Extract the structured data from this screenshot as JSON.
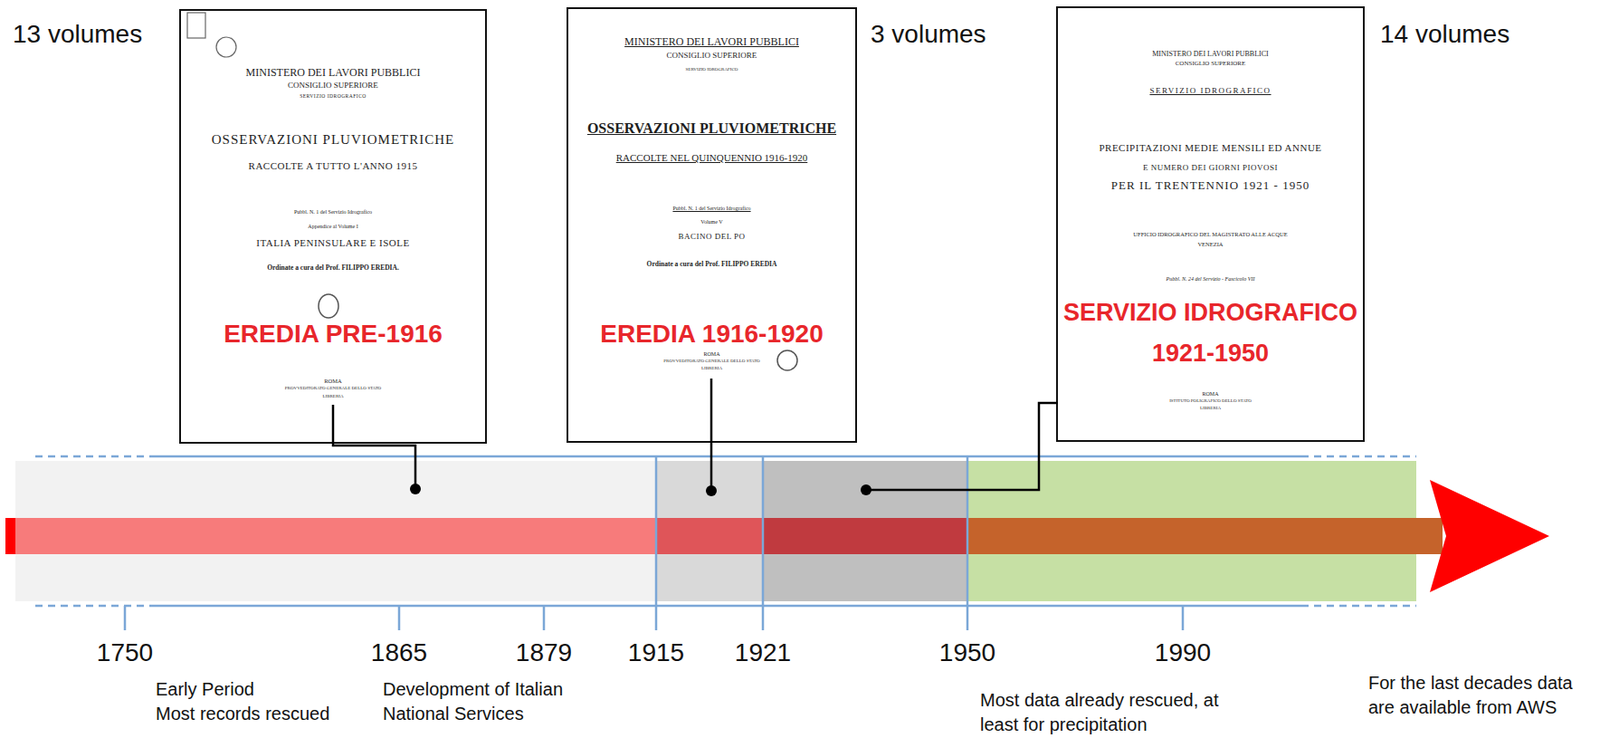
{
  "diagram": {
    "nodes": [
      {
        "text": [
          "MINISTERO DEI LAVORI PUBBLICI",
          "CONSIGLIO SUPERIORE",
          "SERVIZIO IDROGRAFICO",
          "OSSERVAZIONI PLUVIOMETRICHE",
          "RACCOLTE A TUTTO L'ANNO 1915",
          "Pubbl. N. 1 del Servizio Idrografico",
          "Appendice al Volume I",
          "ITALIA PENINSULARE E ISOLE",
          "Ordinate a cura del Prof. FILIPPO EREDIA.",
          "EREDIA PRE-1916",
          "ROMA",
          "PROVVEDITORATO GENERALE DELLO STATO",
          "LIBRERIA"
        ]
      },
      {
        "text": [
          "MINISTERO DEI LAVORI PUBBLICI",
          "CONSIGLIO SUPERIORE",
          "SERVIZIO IDROGRAFICO",
          "OSSERVAZIONI PLUVIOMETRICHE",
          "RACCOLTE NEL QUINQUENNIO 1916-1920",
          "Pubbl. N. 1 del Servizio Idrografico",
          "Volume V",
          "BACINO DEL PO",
          "Ordinate a cura del Prof. FILIPPO EREDIA",
          "EREDIA 1916-1920",
          "ROMA",
          "PROVVEDITORATO GENERALE DELLO STATO",
          "LIBRERIA"
        ]
      },
      {
        "text": [
          "MINISTERO DEI LAVORI PUBBLICI",
          "CONSIGLIO SUPERIORE",
          "SERVIZIO IDROGRAFICO",
          "PRECIPITAZIONI MEDIE MENSILI ED ANNUE",
          "E NUMERO DEI GIORNI PIOVOSI",
          "PER IL TRENTENNIO 1921 - 1950",
          "UFFICIO IDROGRAFICO DEL MAGISTRATO ALLE ACQUE",
          "VENEZIA",
          "Pubbl. N. 24 del Servizio - Fascicolo VII",
          "SERVIZIO IDROGRAFICO 1921-1950",
          "ROMA",
          "ISTITUTO POLIGRAFICO DELLO STATO",
          "LIBRERIA"
        ]
      }
    ],
    "labels": [
      "13 volumes",
      "3 volumes",
      "14 volumes",
      "1750",
      "1865",
      "1879",
      "1915",
      "1921",
      "1950",
      "1990",
      "Early Period",
      "Most records rescued",
      "Development of Italian National Services",
      "Most data already rescued, at least for precipitation",
      "For the last decades data are available from AWS"
    ]
  }
}
